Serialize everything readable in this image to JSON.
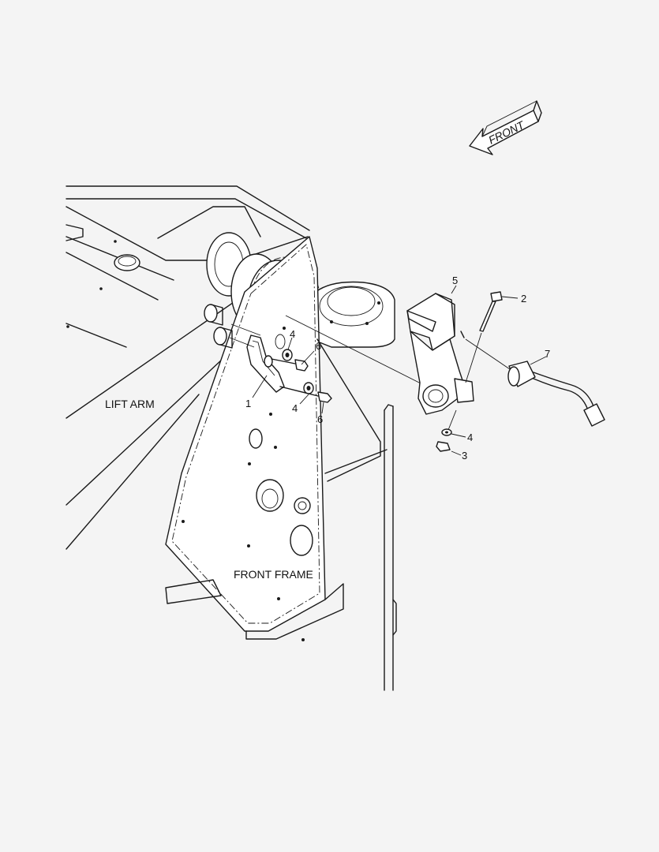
{
  "labels": {
    "front_arrow": "FRONT",
    "lift_arm": "LIFT ARM",
    "front_frame": "FRONT FRAME"
  },
  "callouts": {
    "c1": "1",
    "c2": "2",
    "c3": "3",
    "c4a": "4",
    "c4b": "4",
    "c4c": "4",
    "c5": "5",
    "c6a": "6",
    "c6b": "6",
    "c7": "7"
  }
}
